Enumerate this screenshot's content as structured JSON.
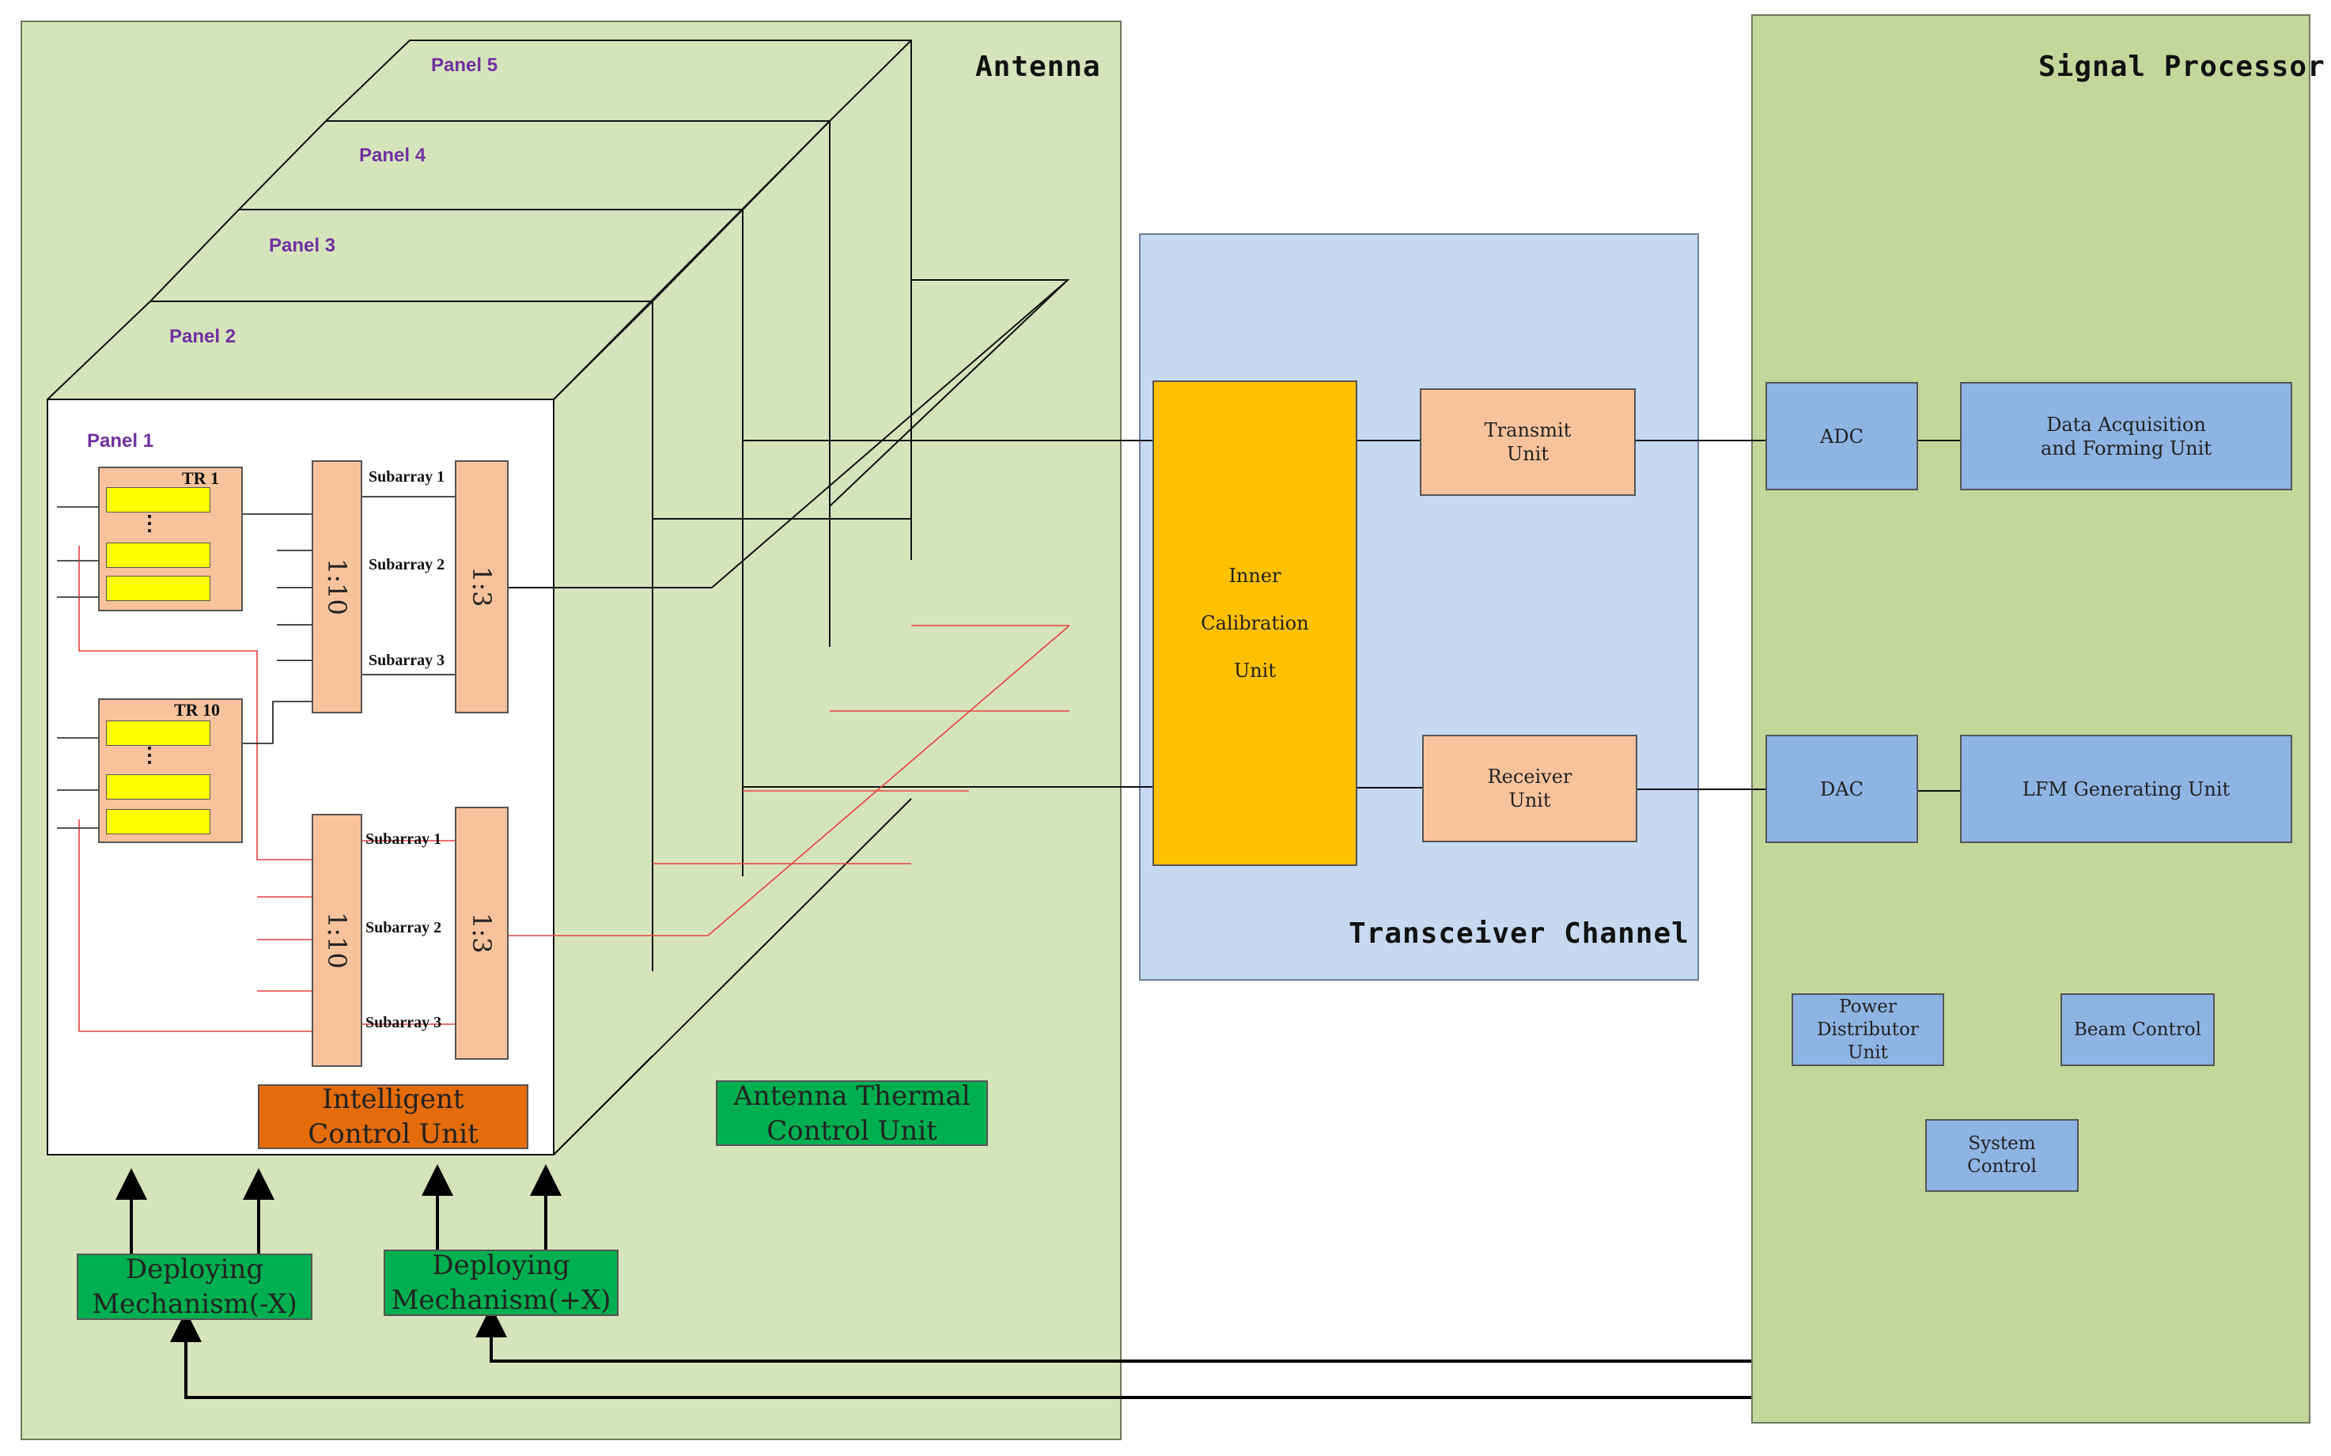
{
  "antenna": {
    "title": "Antenna",
    "panels": [
      "Panel 1",
      "Panel 2",
      "Panel 3",
      "Panel 4",
      "Panel 5"
    ],
    "tr_labels": [
      "TR 1",
      "TR 10"
    ],
    "ellipsis": "⋮",
    "dividers": {
      "one_to_ten": "1:10",
      "one_to_three": "1:3"
    },
    "subarrays": [
      "Subarray 1",
      "Subarray 2",
      "Subarray 3"
    ],
    "intelligent_control": "Intelligent\nControl Unit",
    "thermal_control": "Antenna Thermal\nControl Unit",
    "deploy_minus": "Deploying\nMechanism(-X)",
    "deploy_plus": "Deploying\nMechanism(+X)"
  },
  "transceiver": {
    "title": "Transceiver Channel",
    "inner_calibration": "Inner\n\nCalibration\n\nUnit",
    "transmit": "Transmit\nUnit",
    "receiver": "Receiver\nUnit"
  },
  "signal_processor": {
    "title": "Signal Processor",
    "adc": "ADC",
    "dac": "DAC",
    "data_acq": "Data Acquisition\nand Forming Unit",
    "lfm": "LFM Generating Unit",
    "power": "Power\nDistributor\nUnit",
    "beam": "Beam Control",
    "system": "System\nControl"
  },
  "colors": {
    "antenna_bg": "#d6e4bc",
    "transceiver_bg": "#c6d9f0",
    "signal_bg": "#c4d79b",
    "peach": "#f8c39c",
    "gold": "#ffc000",
    "blue_unit": "#8eb4e3",
    "green_unit": "#00b050",
    "orange_unit": "#e46c0a",
    "tr_yellow": "#ffff00",
    "red_line": "#e84040",
    "panel_label": "#7030a0"
  }
}
